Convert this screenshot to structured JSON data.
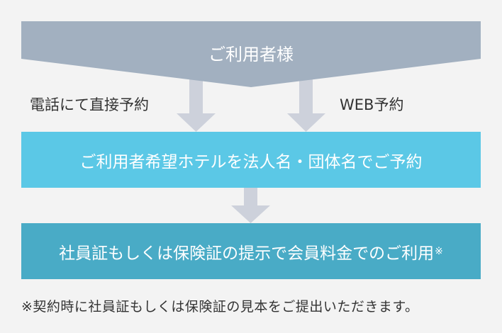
{
  "diagram": {
    "top": {
      "label": "ご利用者様"
    },
    "branches": [
      {
        "label": "電話にて直接予約"
      },
      {
        "label": "WEB予約"
      }
    ],
    "step1": {
      "label": "ご利用者希望ホテルを法人名・団体名でご予約"
    },
    "step2": {
      "label": "社員証もしくは保険証の提示で会員料金でのご利用",
      "note_mark": "※"
    },
    "footnote": "※契約時に社員証もしくは保険証の見本をご提出いただきます。"
  },
  "colors": {
    "background": "#f3f3f3",
    "top_shape": "#a2b0c0",
    "arrow": "#cdd1db",
    "step1_box": "#5bc8e6",
    "step2_box": "#49abc6",
    "dark_text": "#333333",
    "light_text": "#ffffff"
  }
}
